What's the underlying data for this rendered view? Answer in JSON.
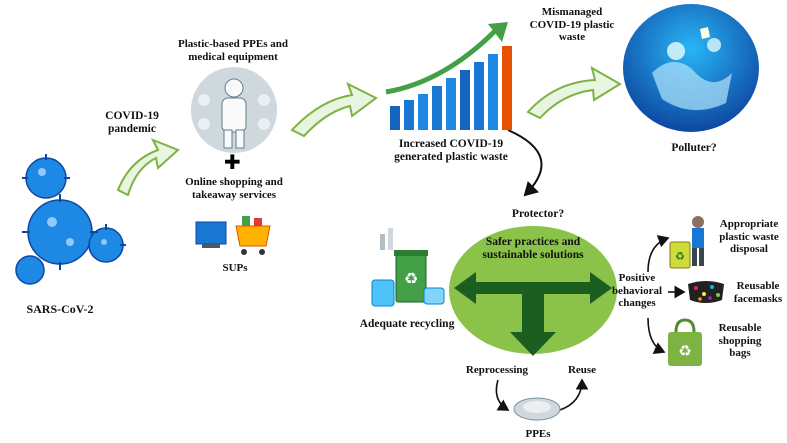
{
  "labels": {
    "sars": "SARS-CoV-2",
    "pandemic": "COVID-19 pandemic",
    "ppe": "Plastic-based PPEs and medical equipment",
    "online": "Online shopping and takeaway services",
    "sups": "SUPs",
    "increased": "Increased COVID-19 generated plastic waste",
    "mismanaged": "Mismanaged COVID-19 plastic waste",
    "polluter": "Polluter?",
    "protector": "Protector?",
    "safer": "Safer practices and sustainable solutions",
    "recycling": "Adequate recycling",
    "reprocessing": "Reprocessing",
    "reuse": "Reuse",
    "ppes": "PPEs",
    "positive": "Positive behavioral changes",
    "disposal": "Appropriate plastic waste disposal",
    "facemasks": "Reusable facemasks",
    "bags": "Reusable shopping bags"
  },
  "icons": [
    "virus-icon",
    "ppe-worker-icon",
    "plus-icon",
    "shopping-icon",
    "growth-chart-icon",
    "ocean-pollution-icon",
    "recycling-bins-icon",
    "disposal-person-icon",
    "facemask-icon",
    "shopping-bag-icon",
    "face-shield-icon"
  ],
  "colors": {
    "arrow_green": "#9ccc65",
    "circle_green": "#8bc34a",
    "dark_green": "#1b5e20",
    "ocean": "#0d47a1",
    "bar_blue": "#1565c0",
    "bar_last": "#e65100"
  }
}
